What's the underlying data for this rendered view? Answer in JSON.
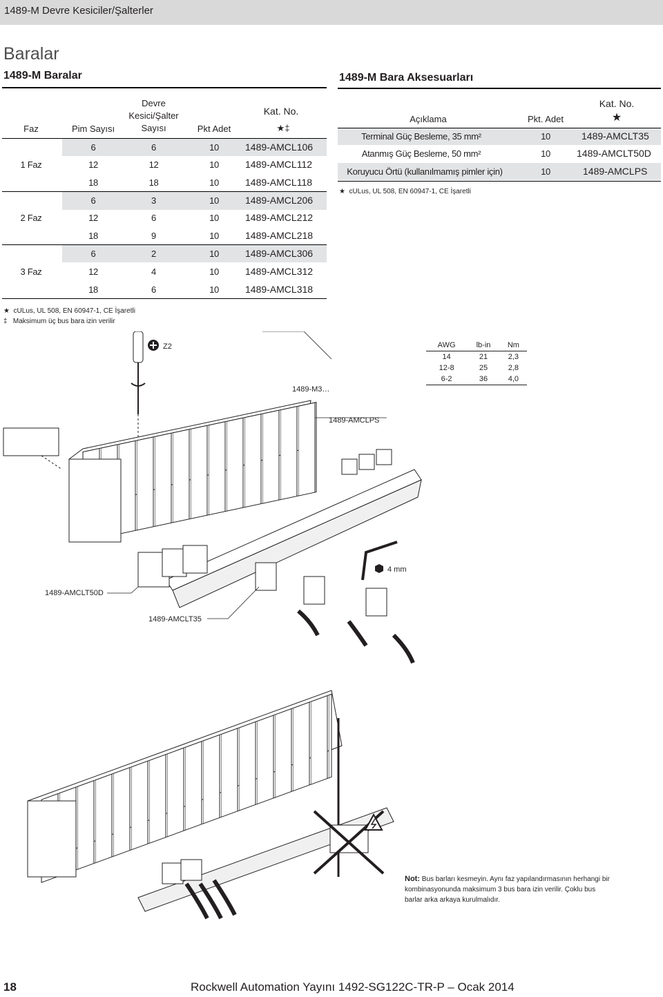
{
  "header": {
    "title": "1489-M Devre Kesiciler/Şalterler"
  },
  "section_title": "Baralar",
  "left_table": {
    "title": "1489-M Baralar",
    "columns": {
      "faz": "Faz",
      "pim": "Pim Sayısı",
      "devre_1": "Devre",
      "devre_2": "Kesici/Şalter",
      "devre_3": "Sayısı",
      "pkt": "Pkt Adet",
      "kat_1": "Kat. No.",
      "kat_2": "★‡"
    },
    "groups": [
      {
        "faz": "1 Faz"
      },
      {
        "faz": "2 Faz"
      },
      {
        "faz": "3 Faz"
      }
    ],
    "rows": [
      {
        "pim": "6",
        "devre": "6",
        "pkt": "10",
        "kat": "1489-AMCL106"
      },
      {
        "pim": "12",
        "devre": "12",
        "pkt": "10",
        "kat": "1489-AMCL112"
      },
      {
        "pim": "18",
        "devre": "18",
        "pkt": "10",
        "kat": "1489-AMCL118"
      },
      {
        "pim": "6",
        "devre": "3",
        "pkt": "10",
        "kat": "1489-AMCL206"
      },
      {
        "pim": "12",
        "devre": "6",
        "pkt": "10",
        "kat": "1489-AMCL212"
      },
      {
        "pim": "18",
        "devre": "9",
        "pkt": "10",
        "kat": "1489-AMCL218"
      },
      {
        "pim": "6",
        "devre": "2",
        "pkt": "10",
        "kat": "1489-AMCL306"
      },
      {
        "pim": "12",
        "devre": "4",
        "pkt": "10",
        "kat": "1489-AMCL312"
      },
      {
        "pim": "18",
        "devre": "6",
        "pkt": "10",
        "kat": "1489-AMCL318"
      }
    ],
    "footnotes": [
      {
        "sym": "★",
        "text": "cULus, UL 508, EN 60947-1, CE İşaretli"
      },
      {
        "sym": "‡",
        "text": "Maksimum üç bus bara izin verilir"
      }
    ]
  },
  "right_table": {
    "title": "1489-M Bara Aksesuarları",
    "columns": {
      "aciklama": "Açıklama",
      "pkt": "Pkt. Adet",
      "kat_1": "Kat. No.",
      "kat_2": "★"
    },
    "rows": [
      {
        "aciklama": "Terminal Güç Besleme, 35 mm²",
        "pkt": "10",
        "kat": "1489-AMCLT35"
      },
      {
        "aciklama": "Atanmış Güç Besleme, 50 mm²",
        "pkt": "10",
        "kat": "1489-AMCLT50D"
      },
      {
        "aciklama": "Koruyucu Örtü (kullanılmamış pimler için)",
        "pkt": "10",
        "kat": "1489-AMCLPS"
      }
    ],
    "footnote": {
      "sym": "★",
      "text": "cULus, UL 508, EN 60947-1, CE İşaretli"
    }
  },
  "diagram": {
    "labels": {
      "z2": "Z2",
      "m3": "1489-M3…",
      "amclps": "1489-AMCLPS",
      "mm4": "4 mm",
      "amclt50d": "1489-AMCLT50D",
      "amclt35": "1489-AMCLT35"
    },
    "torque_table": {
      "header": [
        "AWG",
        "lb-in",
        "Nm"
      ],
      "rows": [
        [
          "14",
          "21",
          "2,3"
        ],
        [
          "12-8",
          "25",
          "2,8"
        ],
        [
          "6-2",
          "36",
          "4,0"
        ]
      ]
    }
  },
  "note": {
    "label": "Not:",
    "text": "Bus barları kesmeyin. Aynı faz yapılandırmasının herhangi bir kombinasyonunda maksimum 3 bus bara izin verilir. Çoklu bus barlar arka arkaya kurulmalıdır."
  },
  "footer": {
    "page": "18",
    "text": "Rockwell Automation Yayını 1492-SG122C-TR-P – Ocak 2014"
  }
}
